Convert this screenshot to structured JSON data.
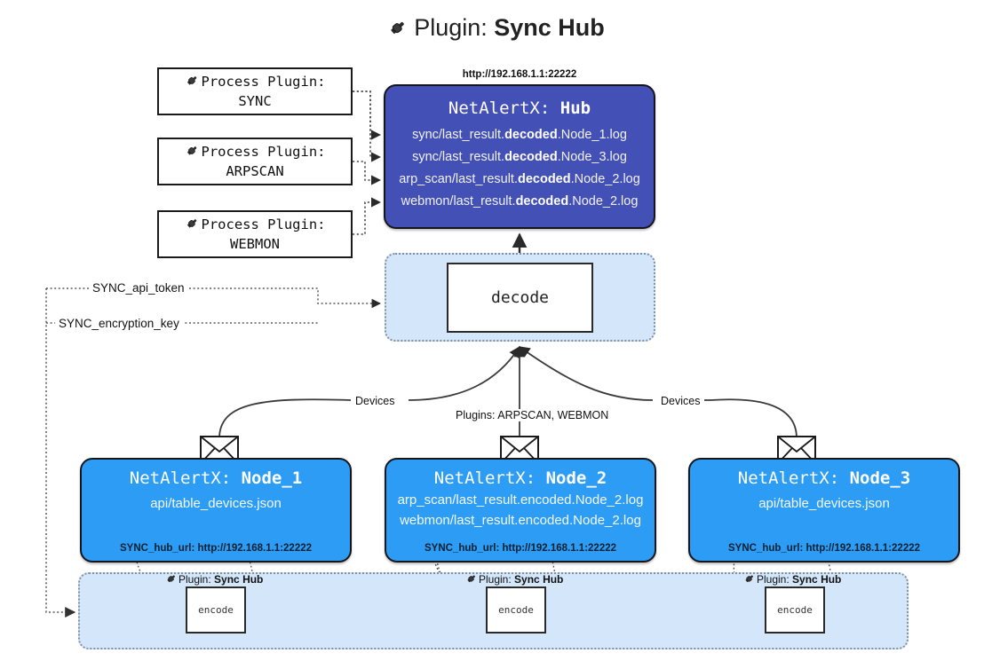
{
  "header": {
    "icon": "plug-icon",
    "prefix": "Plugin:",
    "title": "Sync Hub"
  },
  "process_plugins": {
    "label": "Process Plugin:",
    "icon": "plug-icon",
    "items": [
      {
        "name": "SYNC"
      },
      {
        "name": "ARPSCAN"
      },
      {
        "name": "WEBMON"
      }
    ]
  },
  "hub": {
    "url": "http://192.168.1.1:22222",
    "prefix": "NetAlertX:",
    "name": "Hub",
    "logs": [
      {
        "pre": "sync/last_result.",
        "em": "decoded",
        "post": ".Node_1.log"
      },
      {
        "pre": "sync/last_result.",
        "em": "decoded",
        "post": ".Node_3.log"
      },
      {
        "pre": "arp_scan/last_result.",
        "em": "decoded",
        "post": ".Node_2.log"
      },
      {
        "pre": "webmon/last_result.",
        "em": "decoded",
        "post": ".Node_2.log"
      }
    ]
  },
  "decode": {
    "label": "decode"
  },
  "keys": [
    {
      "label": "SYNC_api_token"
    },
    {
      "label": "SYNC_encryption_key"
    }
  ],
  "edge_labels": [
    {
      "label": "Devices"
    },
    {
      "label": "Plugins: ARPSCAN, WEBMON"
    },
    {
      "label": "Devices"
    }
  ],
  "nodes": [
    {
      "prefix": "NetAlertX:",
      "name": "Node_1",
      "icon": "envelope-icon",
      "lines": [
        "api/table_devices.json"
      ],
      "footer": "SYNC_hub_url: http://192.168.1.1:22222"
    },
    {
      "prefix": "NetAlertX:",
      "name": "Node_2",
      "icon": "envelope-icon",
      "lines": [
        "arp_scan/last_result.encoded.Node_2.log",
        "webmon/last_result.encoded.Node_2.log"
      ],
      "footer": "SYNC_hub_url: http://192.168.1.1:22222"
    },
    {
      "prefix": "NetAlertX:",
      "name": "Node_3",
      "icon": "envelope-icon",
      "lines": [
        "api/table_devices.json"
      ],
      "footer": "SYNC_hub_url: http://192.168.1.1:22222"
    }
  ],
  "encoders": [
    {
      "plugin_prefix": "Plugin:",
      "plugin_name": "Sync Hub",
      "icon": "plug-icon",
      "label": "encode"
    },
    {
      "plugin_prefix": "Plugin:",
      "plugin_name": "Sync Hub",
      "icon": "plug-icon",
      "label": "encode"
    },
    {
      "plugin_prefix": "Plugin:",
      "plugin_name": "Sync Hub",
      "icon": "plug-icon",
      "label": "encode"
    }
  ],
  "colors": {
    "hub_fill": "#4350b5",
    "node_fill": "#2d9cf5",
    "container_fill": "#d4e7fa",
    "stroke": "#15161c",
    "dotted": "#7f8fa6"
  }
}
